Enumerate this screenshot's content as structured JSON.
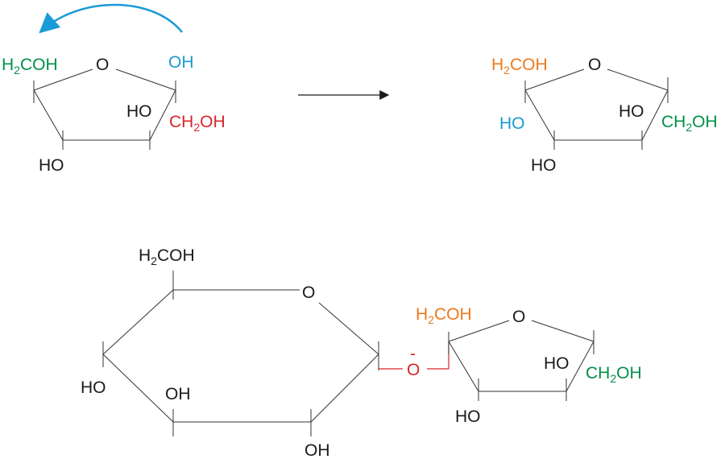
{
  "colors": {
    "black": "#1a1a1a",
    "green": "#00904a",
    "blue": "#1a9ad6",
    "red": "#d7262b",
    "orange": "#ea7a1c",
    "bond": "#333333",
    "link": "#d7262b"
  },
  "top_left": {
    "ring_o": "O",
    "h2coh": {
      "h": "H",
      "sub": "2",
      "rest": "COH"
    },
    "oh_anomeric": "OH",
    "ch2oh": {
      "ch": "CH",
      "sub": "2",
      "rest": "OH"
    },
    "ho_c3": "HO",
    "ho_c4": "HO"
  },
  "top_right": {
    "ring_o": "O",
    "h2coh": {
      "h": "H",
      "sub": "2",
      "rest": "COH"
    },
    "ho_left": "HO",
    "ho_c3": "HO",
    "ho_bottom": "HO",
    "ch2oh": {
      "ch": "CH",
      "sub": "2",
      "rest": "OH"
    }
  },
  "bottom_left": {
    "h2coh": {
      "h": "H",
      "sub": "2",
      "rest": "COH"
    },
    "ring_o": "O",
    "ho_left": "HO",
    "oh_mid": "OH",
    "oh_bottom": "OH"
  },
  "bottom_link": {
    "o": "O",
    "bar": "-"
  },
  "bottom_right": {
    "h2coh": {
      "h": "H",
      "sub": "2",
      "rest": "COH"
    },
    "ring_o": "O",
    "ho_c3": "HO",
    "ch2oh": {
      "ch": "CH",
      "sub": "2",
      "rest": "OH"
    },
    "ho_bottom": "HO"
  }
}
